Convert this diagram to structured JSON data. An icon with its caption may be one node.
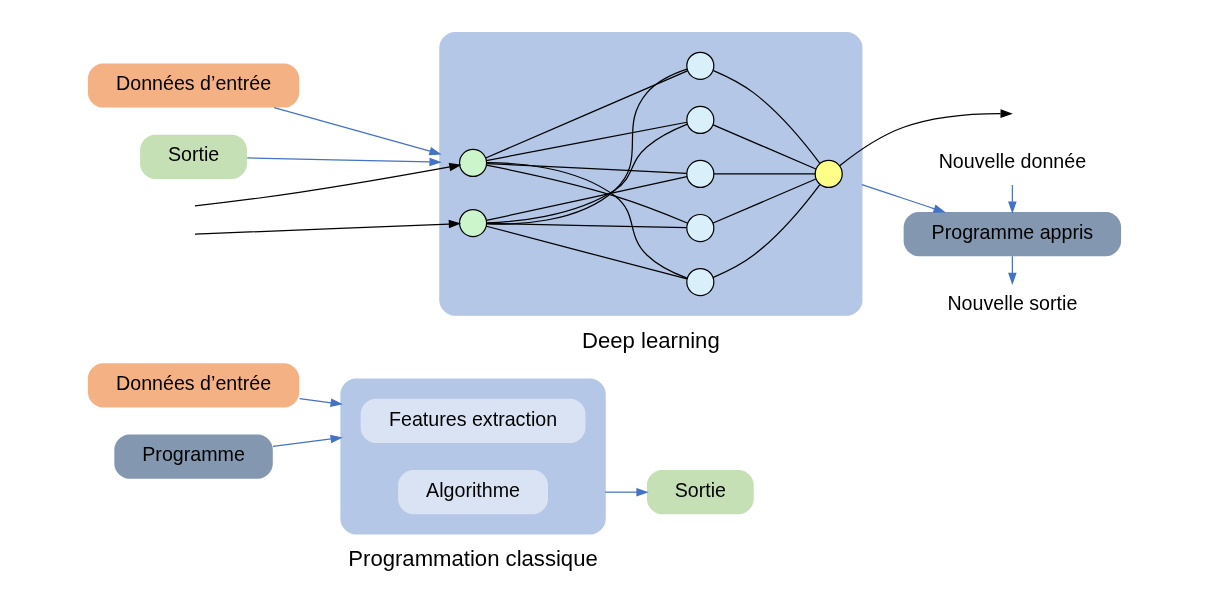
{
  "diagram": {
    "nodes": [
      {
        "text": [
          "Données d’entrée"
        ]
      },
      {
        "text": [
          "Programme"
        ]
      },
      {
        "text": [],
        "shape": "box",
        "beside": [
          "Programmation classique"
        ]
      },
      {
        "text": [
          "Features extraction"
        ],
        "in": 2
      },
      {
        "text": [
          "Algorithme"
        ],
        "in": 2
      },
      {
        "text": [
          "Sortie"
        ]
      },
      {
        "text": [
          "Données d’entrée"
        ]
      },
      {
        "text": [
          "Sortie"
        ]
      },
      {
        "text": [],
        "shape": "box",
        "beside": [
          "Deep learning"
        ]
      },
      {
        "text": [],
        "shape": "circle",
        "in": 8
      },
      {
        "text": [],
        "shape": "circle",
        "in": 8
      },
      {
        "text": [],
        "shape": "circle",
        "in": 8
      },
      {
        "text": [],
        "shape": "circle",
        "in": 8
      },
      {
        "text": [],
        "shape": "circle",
        "in": 8
      },
      {
        "text": [],
        "shape": "circle",
        "in": 8
      },
      {
        "text": [],
        "shape": "circle",
        "in": 8
      },
      {
        "text": [],
        "shape": "circle",
        "in": 8
      },
      {
        "text": [
          "Programme appris"
        ]
      },
      {
        "text": [
          "Nouvelle donnée"
        ]
      },
      {
        "text": [
          "Nouvelle sortie"
        ]
      }
    ],
    "edges": [
      {
        "from": 0,
        "to": 2,
        "arrow": "to",
        "color": "#4472c4"
      },
      {
        "from": 1,
        "to": 2,
        "arrow": "to",
        "color": "#4472c4"
      },
      {
        "from": 2,
        "to": 5,
        "arrow": "to",
        "color": "#4472c4"
      },
      {
        "from": 6,
        "to": 8,
        "arrow": "to",
        "color": "#4472c4"
      },
      {
        "from": 7,
        "to": 8,
        "arrow": "to",
        "color": "#4472c4"
      },
      {
        "from": null,
        "to": 9,
        "arrow": "to"
      },
      {
        "from": null,
        "to": 10,
        "arrow": "to"
      },
      {
        "from": 9,
        "to": 11,
        "arrow": "none"
      },
      {
        "from": 9,
        "to": 12,
        "arrow": "none"
      },
      {
        "from": 9,
        "to": 13,
        "arrow": "none"
      },
      {
        "from": 9,
        "to": 14,
        "arrow": "none"
      },
      {
        "from": 9,
        "to": 15,
        "arrow": "none"
      },
      {
        "from": 10,
        "to": 11,
        "arrow": "none"
      },
      {
        "from": 10,
        "to": 12,
        "arrow": "none"
      },
      {
        "from": 10,
        "to": 13,
        "arrow": "none"
      },
      {
        "from": 10,
        "to": 14,
        "arrow": "none"
      },
      {
        "from": 10,
        "to": 15,
        "arrow": "none"
      },
      {
        "from": 11,
        "to": 16,
        "arrow": "none"
      },
      {
        "from": 12,
        "to": 16,
        "arrow": "none"
      },
      {
        "from": 13,
        "to": 16,
        "arrow": "none"
      },
      {
        "from": 14,
        "to": 16,
        "arrow": "none"
      },
      {
        "from": 15,
        "to": 16,
        "arrow": "none"
      },
      {
        "from": 16,
        "to": null,
        "arrow": "to"
      },
      {
        "from": 8,
        "to": 17,
        "arrow": "to",
        "color": "#4472c4"
      },
      {
        "from": 18,
        "to": 17,
        "arrow": "to",
        "color": "#4472c4"
      },
      {
        "from": 17,
        "to": 19,
        "arrow": "to",
        "color": "#4472c4"
      }
    ]
  }
}
